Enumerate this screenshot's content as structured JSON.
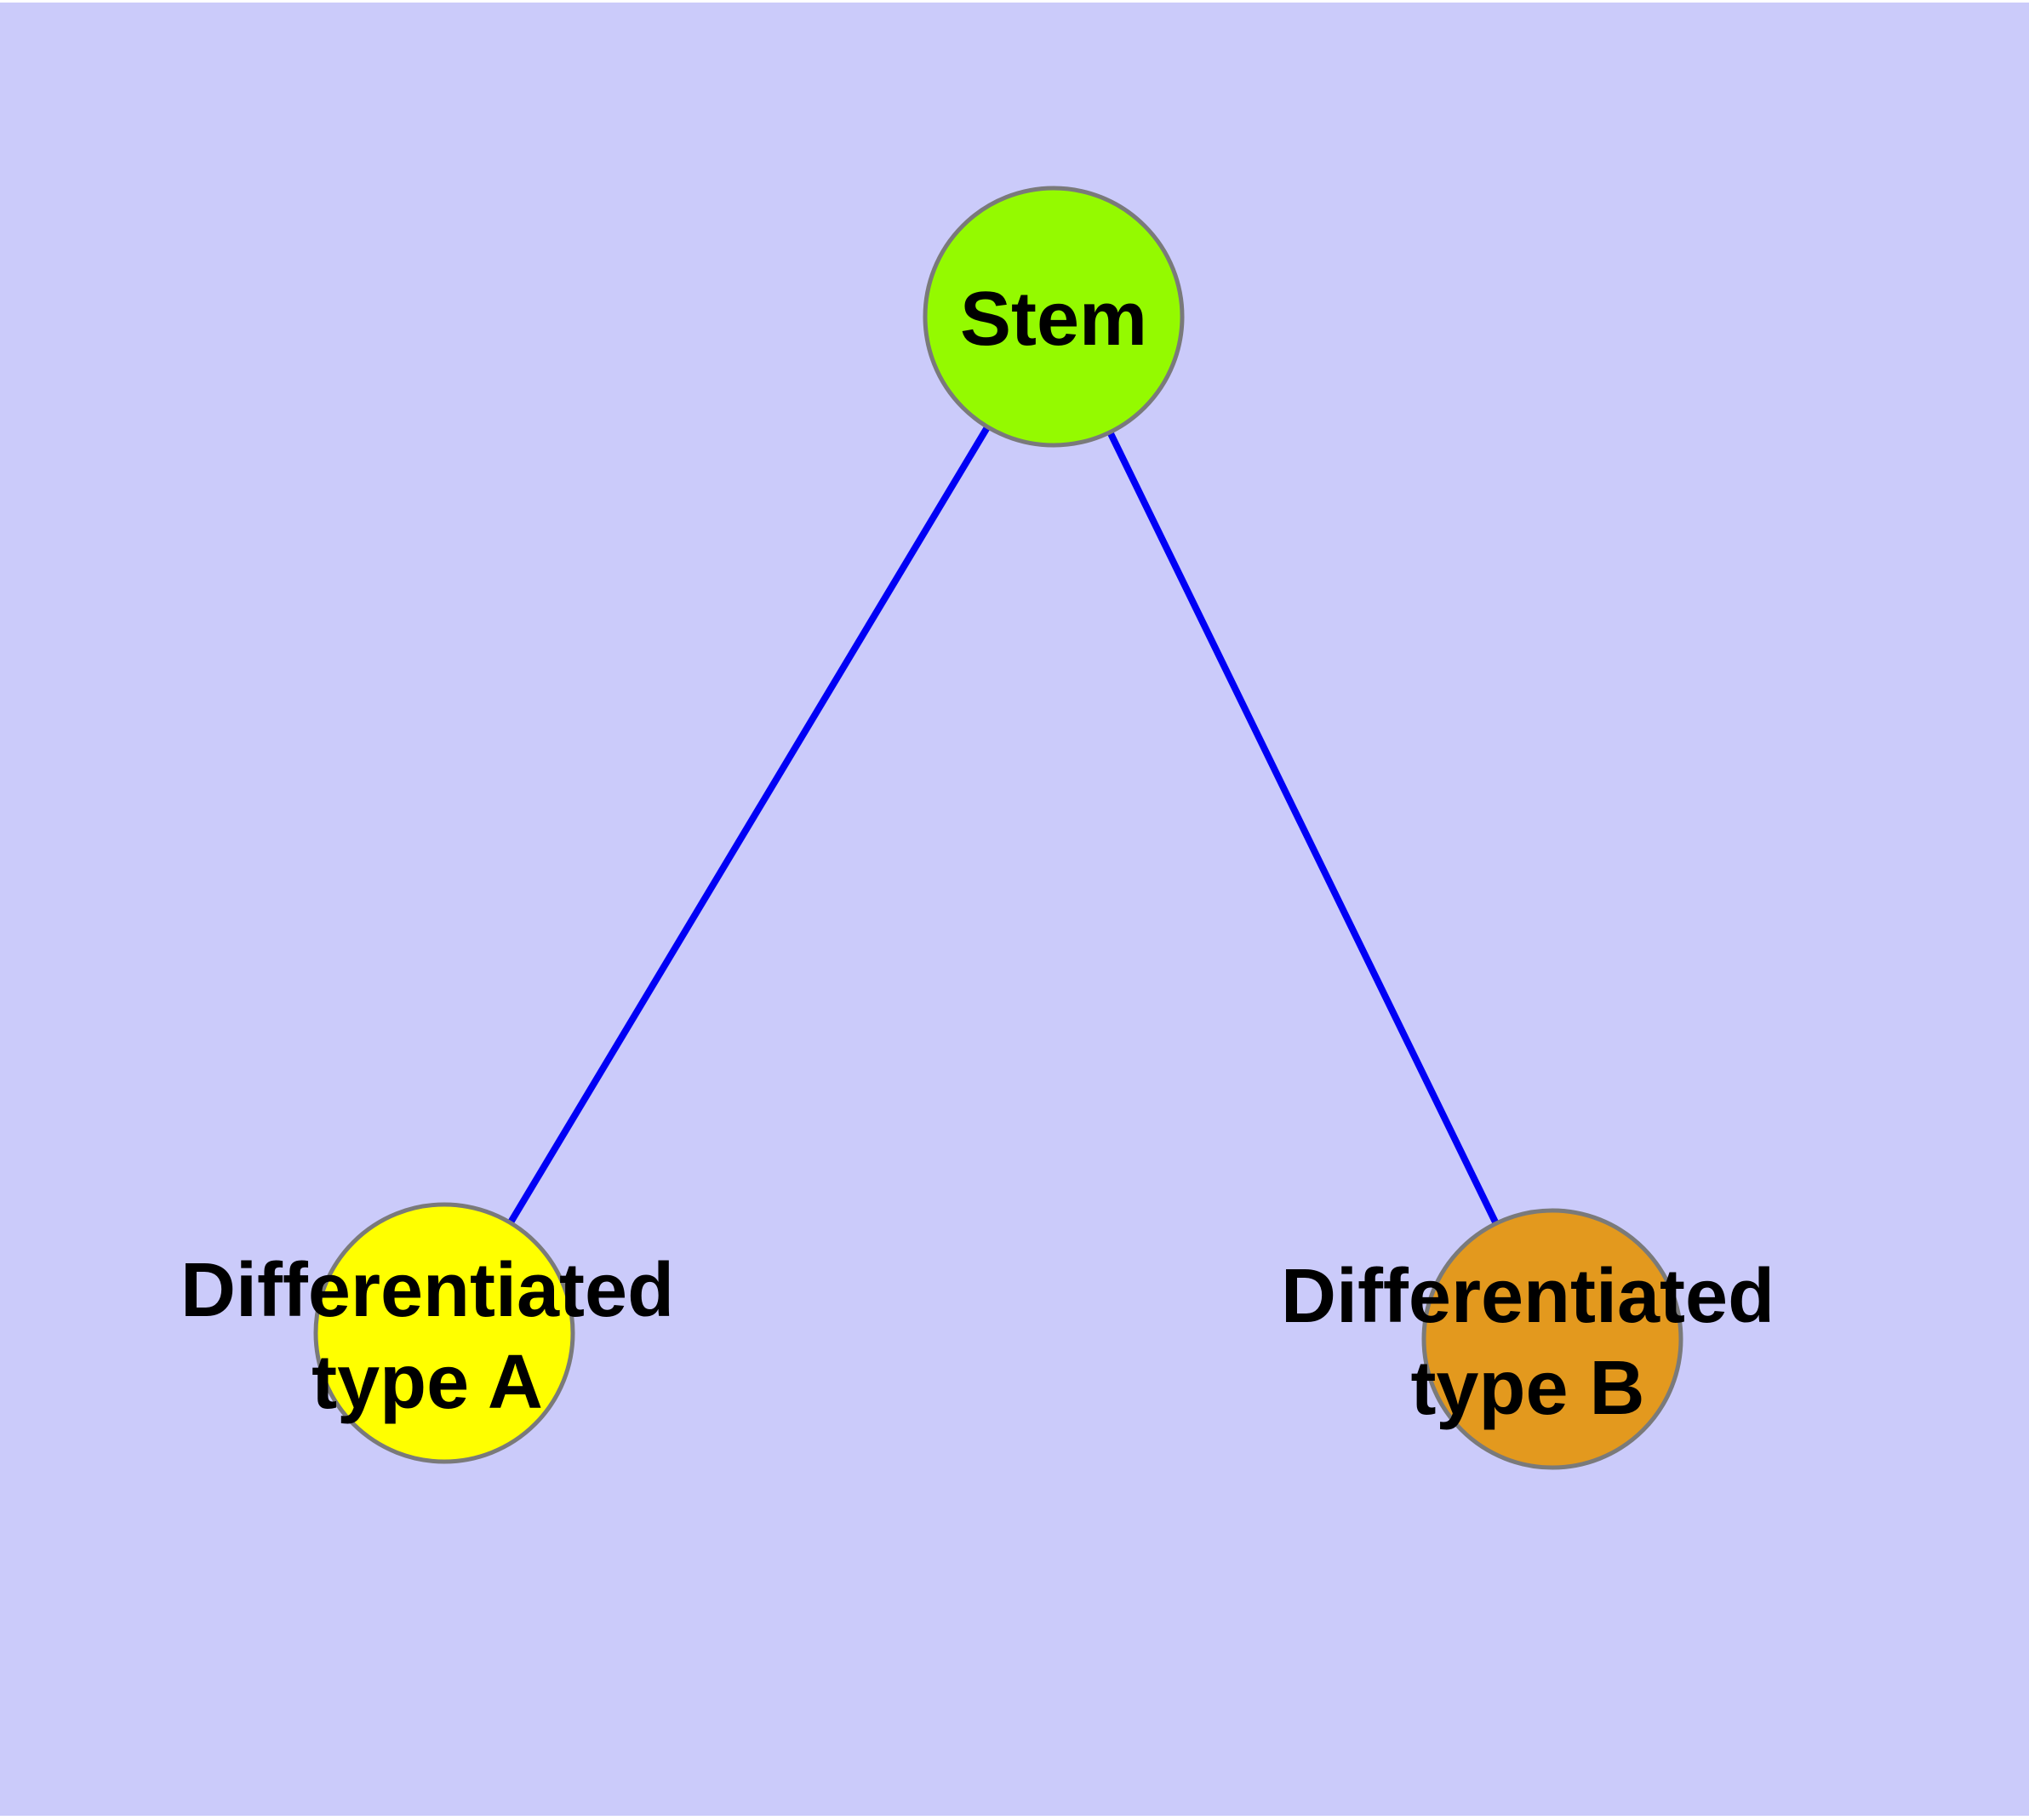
{
  "diagram": {
    "background_color": "#cbcbfa",
    "page_margin_color": "#ffffff",
    "edge_color": "#0000f5",
    "node_border_color": "#7a7a7a",
    "label_color": "#000000",
    "nodes": [
      {
        "id": "stem",
        "label": "Stem",
        "color": "#94fa00"
      },
      {
        "id": "type-a",
        "label_line1": "Differentiated",
        "label_line2": "type A",
        "color": "#ffff00"
      },
      {
        "id": "type-b",
        "label_line1": "Differentiated",
        "label_line2": "type B",
        "color": "#e3991e"
      }
    ],
    "edges": [
      {
        "from": "stem",
        "to": "type-a"
      },
      {
        "from": "stem",
        "to": "type-b"
      }
    ]
  }
}
